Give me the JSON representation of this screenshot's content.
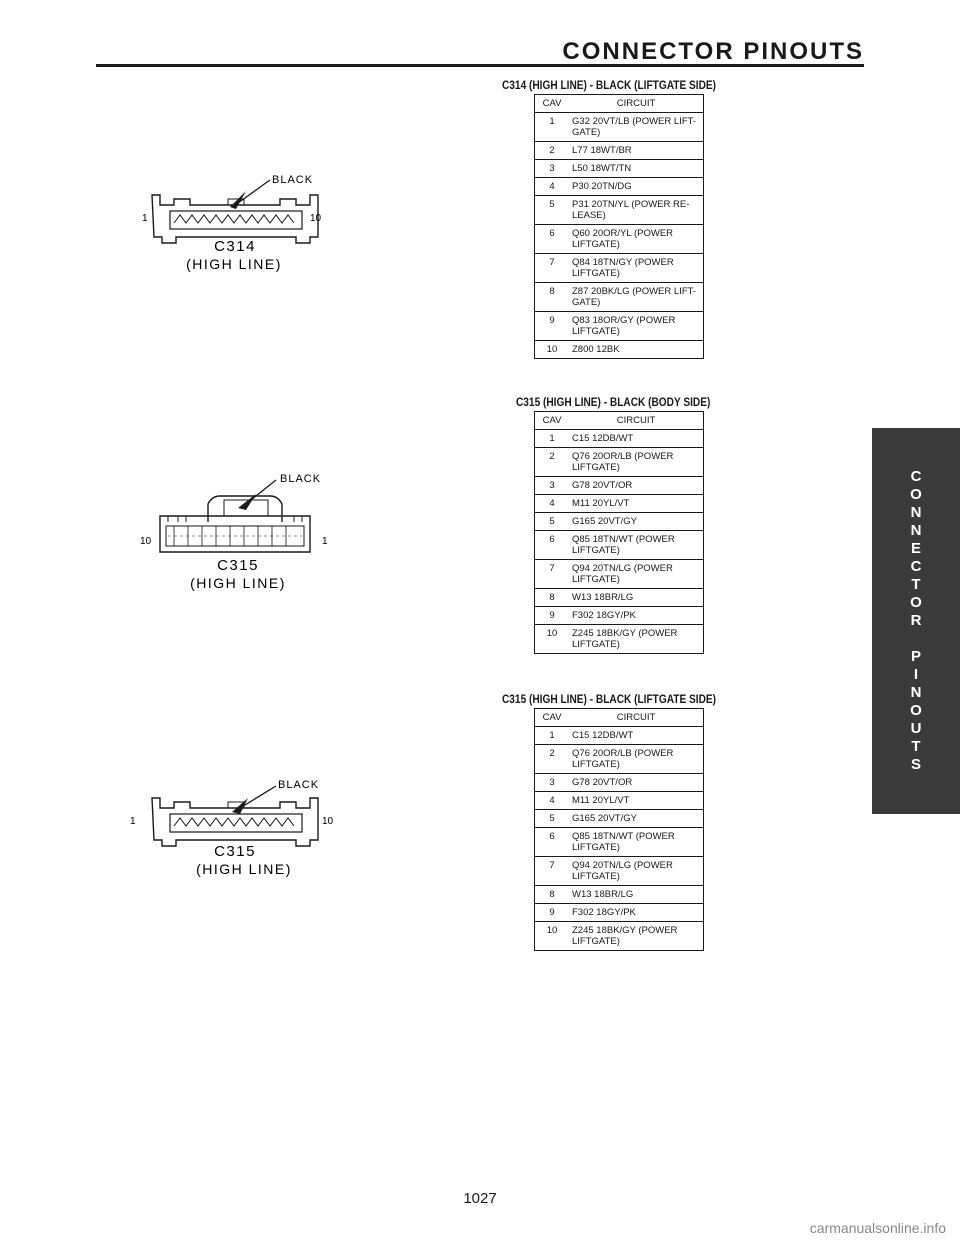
{
  "header": {
    "title": "CONNECTOR PINOUTS"
  },
  "side_tab": {
    "letters_line1": [
      "C",
      "O",
      "N",
      "N",
      "E",
      "C",
      "T",
      "O",
      "R"
    ],
    "letters_line2": [
      "P",
      "I",
      "N",
      "O",
      "U",
      "T",
      "S"
    ]
  },
  "table_headers": {
    "cav": "CAV",
    "circuit": "CIRCUIT"
  },
  "sections": [
    {
      "title": "C314 (HIGH LINE) - BLACK (LIFTGATE SIDE)",
      "diagram": {
        "color_label": "BLACK",
        "left_pin": "1",
        "right_pin": "10",
        "name": "C314",
        "subname": "(HIGH LINE)"
      },
      "rows": [
        {
          "cav": "1",
          "circuit": "G32 20VT/LB (POWER LIFT-GATE)"
        },
        {
          "cav": "2",
          "circuit": "L77 18WT/BR"
        },
        {
          "cav": "3",
          "circuit": "L50 18WT/TN"
        },
        {
          "cav": "4",
          "circuit": "P30 20TN/DG"
        },
        {
          "cav": "5",
          "circuit": "P31 20TN/YL (POWER RE-LEASE)"
        },
        {
          "cav": "6",
          "circuit": "Q60 20OR/YL (POWER LIFTGATE)"
        },
        {
          "cav": "7",
          "circuit": "Q84 18TN/GY (POWER LIFTGATE)"
        },
        {
          "cav": "8",
          "circuit": "Z87 20BK/LG (POWER LIFT-GATE)"
        },
        {
          "cav": "9",
          "circuit": "Q83 18OR/GY (POWER LIFTGATE)"
        },
        {
          "cav": "10",
          "circuit": "Z800 12BK"
        }
      ]
    },
    {
      "title": "C315 (HIGH LINE) - BLACK (BODY SIDE)",
      "diagram": {
        "color_label": "BLACK",
        "left_pin": "10",
        "right_pin": "1",
        "name": "C315",
        "subname": "(HIGH LINE)"
      },
      "rows": [
        {
          "cav": "1",
          "circuit": "C15 12DB/WT"
        },
        {
          "cav": "2",
          "circuit": "Q76 20OR/LB (POWER LIFTGATE)"
        },
        {
          "cav": "3",
          "circuit": "G78 20VT/OR"
        },
        {
          "cav": "4",
          "circuit": "M11 20YL/VT"
        },
        {
          "cav": "5",
          "circuit": "G165 20VT/GY"
        },
        {
          "cav": "6",
          "circuit": "Q85 18TN/WT (POWER LIFTGATE)"
        },
        {
          "cav": "7",
          "circuit": "Q94 20TN/LG (POWER LIFTGATE)"
        },
        {
          "cav": "8",
          "circuit": "W13 18BR/LG"
        },
        {
          "cav": "9",
          "circuit": "F302 18GY/PK"
        },
        {
          "cav": "10",
          "circuit": "Z245 18BK/GY (POWER LIFTGATE)"
        }
      ]
    },
    {
      "title": "C315 (HIGH LINE) - BLACK (LIFTGATE SIDE)",
      "diagram": {
        "color_label": "BLACK",
        "left_pin": "1",
        "right_pin": "10",
        "name": "C315",
        "subname": "(HIGH LINE)"
      },
      "rows": [
        {
          "cav": "1",
          "circuit": "C15 12DB/WT"
        },
        {
          "cav": "2",
          "circuit": "Q76 20OR/LB (POWER LIFTGATE)"
        },
        {
          "cav": "3",
          "circuit": "G78 20VT/OR"
        },
        {
          "cav": "4",
          "circuit": "M11 20YL/VT"
        },
        {
          "cav": "5",
          "circuit": "G165 20VT/GY"
        },
        {
          "cav": "6",
          "circuit": "Q85 18TN/WT (POWER LIFTGATE)"
        },
        {
          "cav": "7",
          "circuit": "Q94 20TN/LG (POWER LIFTGATE)"
        },
        {
          "cav": "8",
          "circuit": "W13 18BR/LG"
        },
        {
          "cav": "9",
          "circuit": "F302 18GY/PK"
        },
        {
          "cav": "10",
          "circuit": "Z245 18BK/GY (POWER LIFTGATE)"
        }
      ]
    }
  ],
  "footer": {
    "page_number": "1027",
    "watermark": "carmanualsonline.info"
  }
}
